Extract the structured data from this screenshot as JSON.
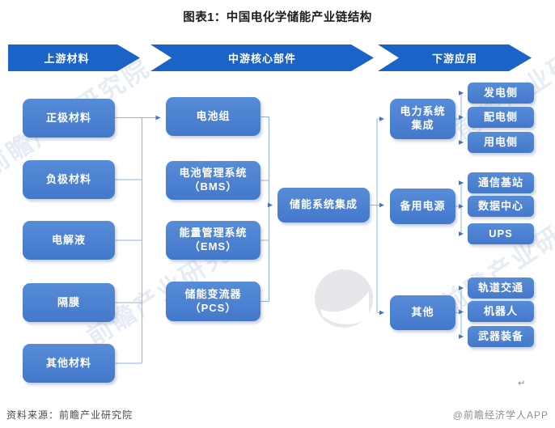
{
  "title": "图表1：中国电化学储能产业链结构",
  "banners": [
    {
      "label": "上游材料"
    },
    {
      "label": "中游核心部件"
    },
    {
      "label": "下游应用"
    }
  ],
  "upstream": {
    "items": [
      "正极材料",
      "负极材料",
      "电解液",
      "隔膜",
      "其他材料"
    ]
  },
  "midstream": {
    "items": [
      "电池组",
      "电池管理系统\n（BMS）",
      "能量管理系统\n（EMS）",
      "储能变流器\n（PCS）"
    ],
    "integration": "储能系统集成"
  },
  "downstream": {
    "groups": [
      {
        "label": "电力系统\n集成",
        "children": [
          "发电侧",
          "配电侧",
          "用电侧"
        ]
      },
      {
        "label": "备用电源",
        "children": [
          "通信基站",
          "数据中心",
          "UPS"
        ]
      },
      {
        "label": "其他",
        "children": [
          "轨道交通",
          "机器人",
          "武器装备"
        ]
      }
    ]
  },
  "watermark": {
    "text": "前瞻产业研究院"
  },
  "footer": {
    "source": "资料来源：前瞻产业研究院",
    "credit": "@前瞻经济学人APP",
    "return_mark": "↵"
  },
  "colors": {
    "banner_blue": "#1c63c7",
    "box_blue": "#4a80d3",
    "connector_blue": "#8fb3e2",
    "arrow_blue": "#4472c4"
  }
}
